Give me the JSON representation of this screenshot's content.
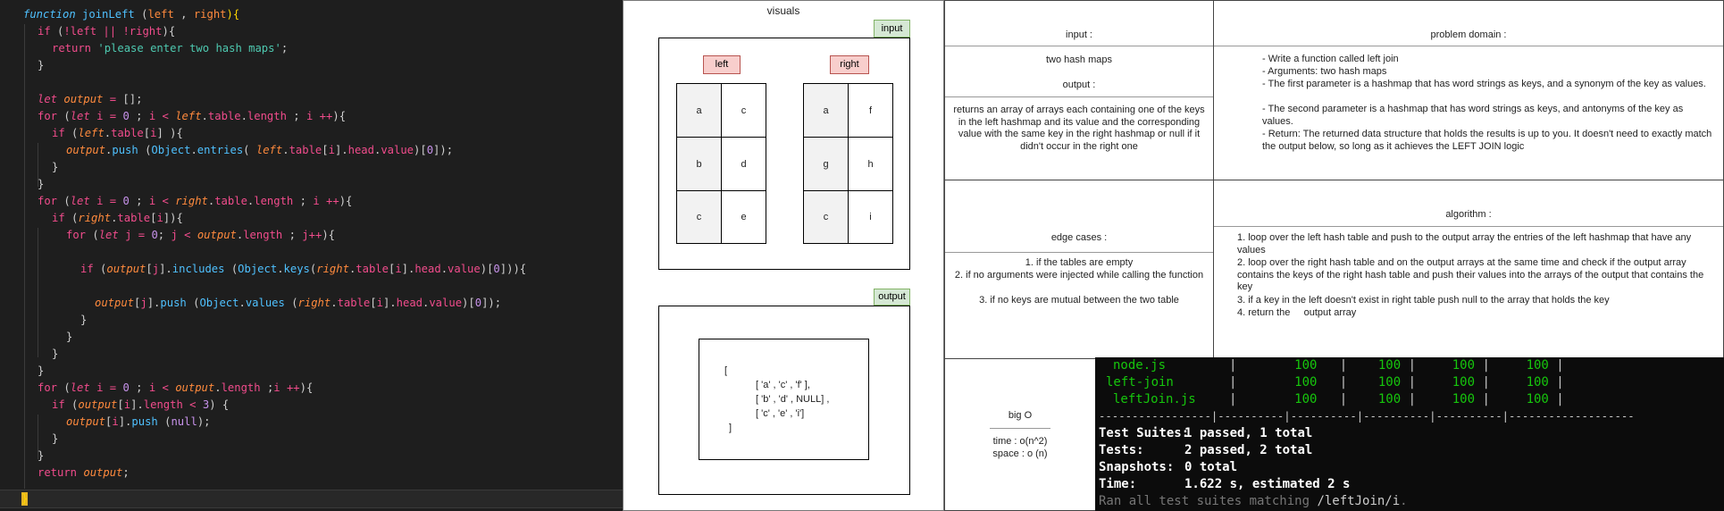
{
  "editor": {
    "lines": [
      "function joinLeft (left , right){",
      "  if (!left || !right){",
      "    return 'please enter two hash maps';",
      "  }",
      "",
      "  let output = [];",
      "  for (let i = 0 ; i < left.table.length ; i ++){",
      "    if (left.table[i] ){",
      "      output.push (Object.entries( left.table[i].head.value)[0]);",
      "    }",
      "  }",
      "  for (let i = 0 ; i < right.table.length ; i ++){",
      "    if (right.table[i]){",
      "      for (let j = 0; j < output.length ; j++){",
      "",
      "        if (output[j].includes (Object.keys(right.table[i].head.value)[0])){",
      "",
      "          output[j].push (Object.values (right.table[i].head.value)[0]);",
      "        }",
      "      }",
      "    }",
      "  }",
      "  for (let i = 0 ; i < output.length ;i ++){",
      "    if (output[i].length < 3) {",
      "      output[i].push (null);",
      "    }",
      "  }",
      "  return output;",
      "}"
    ]
  },
  "visuals": {
    "title": "visuals",
    "input_tag": "input",
    "output_tag": "output",
    "left_label": "left",
    "right_label": "right",
    "left_table": [
      [
        "a",
        "c"
      ],
      [
        "b",
        "d"
      ],
      [
        "c",
        "e"
      ]
    ],
    "right_table": [
      [
        "a",
        "f"
      ],
      [
        "g",
        "h"
      ],
      [
        "c",
        "i"
      ]
    ],
    "output_lines": [
      "[",
      "[ 'a' , 'c' , 'f' ],",
      "[ 'b' , 'd' , NULL] ,",
      "[ 'c' , 'e' , 'i']",
      "]"
    ]
  },
  "input_panel": {
    "input_heading": "input :",
    "input_value": "two hash maps",
    "output_heading": "output :",
    "output_value": "returns an array of arrays each containing one of the keys in the left hashmap and its value and the corresponding value with the same key in the right hashmap or null if it didn't occur in the right one"
  },
  "problem_domain": {
    "heading": "problem domain :",
    "items": [
      "- Write a function called left join",
      "- Arguments: two hash maps",
      "- The first parameter is a hashmap that has word strings as keys, and a synonym of the key as values.",
      "- The second parameter is a hashmap that has word strings as keys, and antonyms of the key as values.",
      "- Return: The returned data structure that holds the results is up to you. It doesn't need to exactly match the output below, so long as it achieves the LEFT JOIN logic"
    ]
  },
  "edge_cases": {
    "heading": "edge cases :",
    "items": [
      "1. if the tables are empty",
      "2. if no arguments were injected while calling the function",
      "3. if no keys are mutual between the two table"
    ]
  },
  "algorithm": {
    "heading": "algorithm :",
    "items": [
      "1. loop over the left hash table and push to the output array the entries of the left hashmap that have any values",
      "2. loop over the right hash table and on the output arrays at the same time and check if the output array contains the keys of the right hash table and push their values into the arrays of the output that contains the key",
      "3. if a key in the left doesn't exist in right table push null to the array that holds the key",
      "4. return the     output array"
    ]
  },
  "big_o": {
    "heading": "big O",
    "time": "time : o(n^2)",
    "space": "space : o (n)"
  },
  "terminal": {
    "coverage_rows": [
      {
        "file": "node.js",
        "stmts": "100",
        "branch": "100",
        "funcs": "100",
        "lines": "100"
      },
      {
        "file": "left-join",
        "stmts": "100",
        "branch": "100",
        "funcs": "100",
        "lines": "100"
      },
      {
        "file": "leftJoin.js",
        "stmts": "100",
        "branch": "100",
        "funcs": "100",
        "lines": "100"
      }
    ],
    "separator": "-----------------|----------|----------|----------|----------|-------------------",
    "suites_label": "Test Suites:",
    "suites_passed": "1 passed",
    "suites_total": ", 1 total",
    "tests_label": "Tests:",
    "tests_passed": "2 passed",
    "tests_total": ", 2 total",
    "snapshots_label": "Snapshots:",
    "snapshots_value": "0 total",
    "time_label": "Time:",
    "time_value": "1.622 s, estimated 2 s",
    "ran_text": "Ran all test suites matching",
    "ran_pattern": "/leftJoin/i",
    "ran_end": "."
  }
}
